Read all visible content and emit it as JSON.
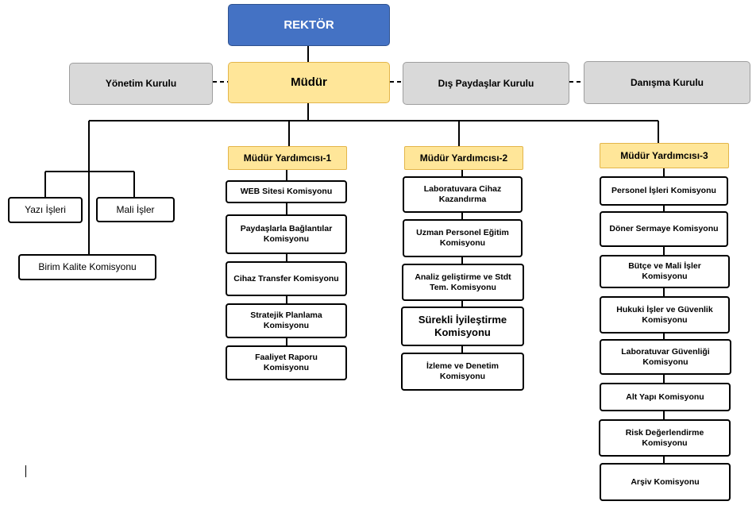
{
  "top": {
    "rektor": "REKTÖR",
    "mudur": "Müdür",
    "yonetim_kurulu": "Yönetim Kurulu",
    "dis_paydaslar_kurulu": "Dış Paydaşlar Kurulu",
    "danisma_kurulu": "Danışma Kurulu"
  },
  "units": {
    "yazi_isleri": "Yazı İşleri",
    "mali_isler": "Mali İşler",
    "birim_kalite": "Birim Kalite Komisyonu"
  },
  "deputies": [
    {
      "title": "Müdür Yardımcısı-1",
      "commissions": [
        "WEB Sitesi Komisyonu",
        "Paydaşlarla Bağlantılar Komisyonu",
        "Cihaz Transfer Komisyonu",
        "Stratejik Planlama Komisyonu",
        "Faaliyet Raporu Komisyonu"
      ]
    },
    {
      "title": "Müdür Yardımcısı-2",
      "commissions": [
        "Laboratuvara Cihaz Kazandırma",
        "Uzman Personel Eğitim Komisyonu",
        "Analiz geliştirme ve Stdt Tem. Komisyonu",
        "Sürekli İyileştirme Komisyonu",
        "İzleme ve Denetim Komisyonu"
      ]
    },
    {
      "title": "Müdür Yardımcısı-3",
      "commissions": [
        "Personel İşleri Komisyonu",
        "Döner Sermaye Komisyonu",
        "Bütçe ve Mali İşler Komisyonu",
        "Hukuki İşler ve Güvenlik Komisyonu",
        "Laboratuvar Güvenliği Komisyonu",
        "Alt Yapı Komisyonu",
        "Risk Değerlendirme Komisyonu",
        "Arşiv Komisyonu"
      ]
    }
  ]
}
